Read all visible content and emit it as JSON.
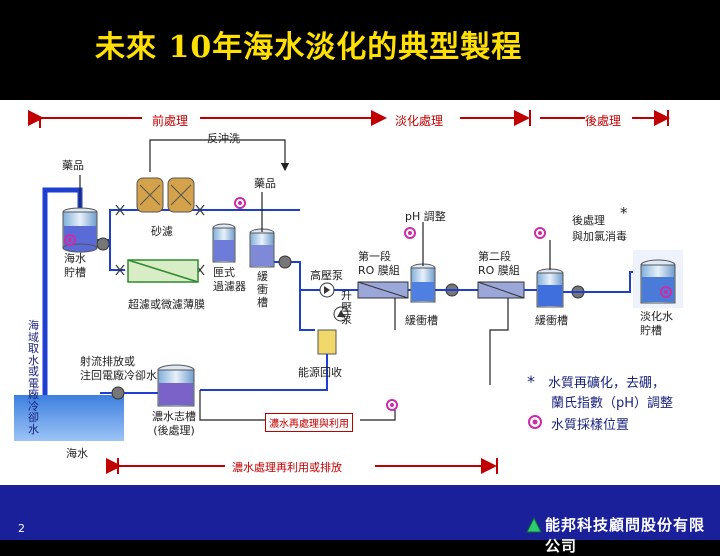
{
  "title": "未來 10年海水淡化的典型製程",
  "sections": {
    "pre": "前處理",
    "desal": "淡化處理",
    "post": "後處理"
  },
  "labels": {
    "backwash": "反沖洗",
    "chem1": "藥品",
    "chem2": "藥品",
    "sand_filter": "砂濾",
    "ph_adjust": "pH 調整",
    "post_treat": "後處理",
    "post_add": "與加氯消毒",
    "intake_tank": "海水\n貯槽",
    "cartridge": "匣式\n過濾器",
    "buffer_tank": "緩\n衝\n槽",
    "hp_pump": "高壓泵",
    "ro1": "第一段\nRO 膜組",
    "ro2": "第二段\nRO 膜組",
    "mid_tank": "緩衝槽",
    "product_tank": "緩衝槽",
    "fresh_tank": "淡化水\n貯槽",
    "booster_pump": "升\n壓\n泵",
    "uf": "超濾或微濾薄膜",
    "discharge": "射流排放或\n注回電廠冷卻水",
    "energy": "能源回收",
    "brine_tank": "濃水志槽\n(後處理)",
    "brine_reuse": "濃水再處理與利用",
    "seawater": "海水",
    "brine_bottom": "濃水處理再利用或排放"
  },
  "vertical_text": "海域取水或電廠冷卻水",
  "notes": {
    "star_line1": "水質再礦化，去硼，",
    "star_line2": "蘭氏指數（pH）調整",
    "sample": "水質採樣位置",
    "star": "*"
  },
  "footer": {
    "page": "2",
    "company": "能邦科技顧問股份有限公司"
  },
  "colors": {
    "title": "#ffe000",
    "footer_bg": "#1a1f9a",
    "water": "#1e3fd0",
    "red": "#c00000",
    "sample": "#cc2ca6"
  }
}
